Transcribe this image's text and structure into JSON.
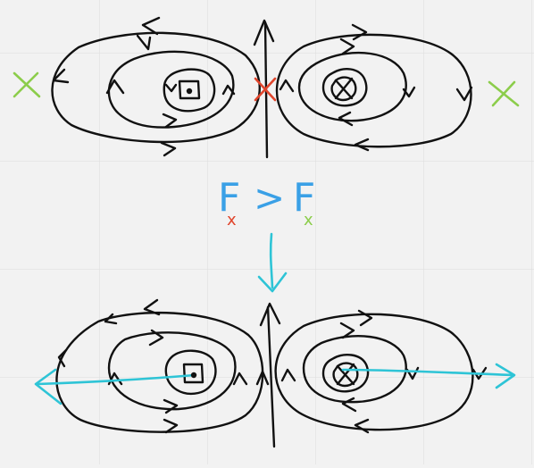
{
  "colors": {
    "background": "#f2f2f2",
    "grid": "#dcdcdc",
    "ink": "#111111",
    "red": "#e0452c",
    "green": "#8ccd4b",
    "cyan": "#2ec4d6",
    "blue": "#3aa0e6"
  },
  "equation": {
    "lhs_letter": "F",
    "lhs_subscript": "x",
    "relation": ">",
    "rhs_letter": "F",
    "rhs_subscript": "x"
  },
  "icons": {
    "red_cross": "cross-mark",
    "green_cross": "cross-mark",
    "current_out": "dot-in-circle",
    "current_in": "cross-in-circle",
    "transition": "down-arrow",
    "force_arrow": "arrow"
  }
}
